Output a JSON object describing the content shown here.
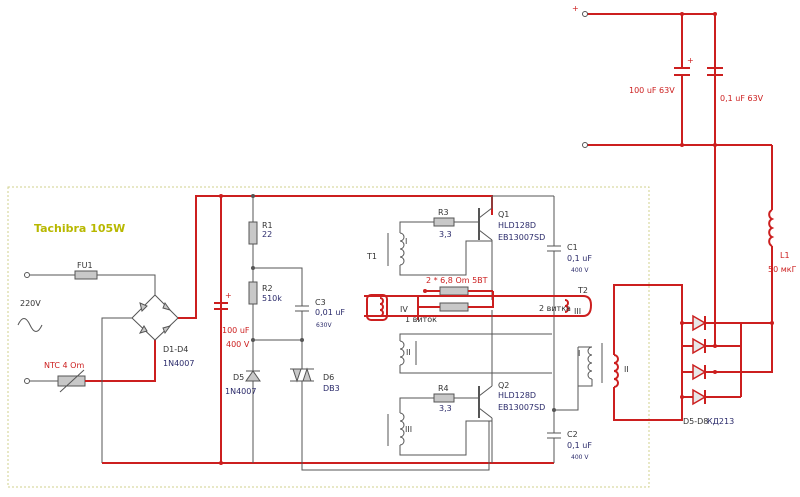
{
  "title": "Tachibra 105W",
  "mains": {
    "voltage": "220V",
    "fuse": "FU1",
    "ntc": "NTC 4 Om"
  },
  "bridge": {
    "label": "D1-D4",
    "part": "1N4007"
  },
  "c_bulk": {
    "plus": "+",
    "value": "100  uF",
    "voltage": "400  V"
  },
  "r1": {
    "name": "R1",
    "value": "22"
  },
  "r2": {
    "name": "R2",
    "value": "510k"
  },
  "c3": {
    "name": "C3",
    "value": "0,01 uF",
    "voltage": "630V"
  },
  "d5": {
    "name": "D5",
    "part": "1N4007"
  },
  "d6": {
    "name": "D6",
    "part": "DB3"
  },
  "t1": {
    "name": "T1",
    "w1": "I",
    "w2": "II",
    "w3": "III",
    "w4": "IV"
  },
  "r3": {
    "name": "R3",
    "value": "3,3"
  },
  "r4": {
    "name": "R4",
    "value": "3,3"
  },
  "q1": {
    "name": "Q1",
    "p1": "HLD128D",
    "p2": "EB13007SD"
  },
  "q2": {
    "name": "Q2",
    "p1": "HLD128D",
    "p2": "EB13007SD"
  },
  "c1": {
    "name": "C1",
    "value": "0,1 uF",
    "voltage": "400 V"
  },
  "c2": {
    "name": "C2",
    "value": "0,1 uF",
    "voltage": "400 V"
  },
  "feedback": {
    "resistors": "2 * 6,8 Om 5BT",
    "turns1": "1 виток",
    "turns2": "2 витка",
    "w3": "III"
  },
  "t2": {
    "name": "T2",
    "w1": "I",
    "w2": "II"
  },
  "out_diodes": {
    "label": "D5-D8",
    "part": "КД213"
  },
  "l1": {
    "name": "L1",
    "value": "50 мкГ"
  },
  "out_caps": {
    "c_a": "100 uF 63V",
    "c_b": "0,1 uF 63V",
    "plus": "+",
    "out_plus": "+"
  }
}
